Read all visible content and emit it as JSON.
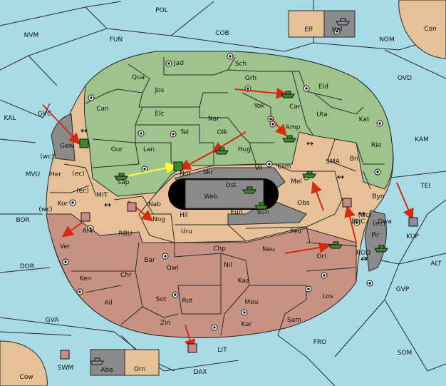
{
  "colors": {
    "sea": "#a8dbe6",
    "green": "#9fc38d",
    "tan": "#e6c197",
    "rose": "#c79184",
    "gray": "#8a8a8a",
    "black": "#000000",
    "order_arrow": "#d42a10",
    "support_arrow": "#ffff33",
    "unit_green": "#3a8a2a",
    "unit_gray": "#8c8c9c",
    "unit_rose": "#c88a86"
  },
  "provinces": {
    "sea": [
      "POL",
      "NVM",
      "FUN",
      "COB",
      "NOM",
      "Con",
      "OVD",
      "KAL",
      "GVG",
      "KAM",
      "MVU",
      "TEI",
      "BOR",
      "MIT",
      "RBU",
      "SMA",
      "BUC",
      "ROD",
      "ALT",
      "DOR",
      "GVP",
      "GVA",
      "FRO",
      "SOM",
      "LIT",
      "SWM",
      "Cow",
      "DAX"
    ],
    "green": [
      "Jad",
      "Sch",
      "Grh",
      "Eld",
      "Can",
      "Jos",
      "Car",
      "Yok",
      "Uta",
      "Elc",
      "Nar",
      "Kat",
      "Tel",
      "Olk",
      "Amp",
      "Gur",
      "Lan",
      "Hug",
      "Rie",
      "Bri",
      "Esm",
      "Vil",
      "Sap",
      "Nor",
      "Byn"
    ],
    "tan": [
      "Qua",
      "Her",
      "Kor",
      "Nab",
      "Skr",
      "Ost",
      "Web",
      "Eun",
      "Sun",
      "Mel",
      "Obs",
      "Hil",
      "Uru",
      "Feu",
      "Chp",
      "Chr",
      "Sot",
      "Mou",
      "Los",
      "Elf",
      "Orn",
      "Gwa"
    ],
    "rose": [
      "Ver",
      "Ark",
      "Nog",
      "Bar",
      "Qwi",
      "Ken",
      "Ail",
      "Rot",
      "Nil",
      "Neu",
      "Orl",
      "Kaa",
      "Zin",
      "Kar",
      "Sam"
    ],
    "gray": [
      "Gaw",
      "Hel",
      "Pir",
      "Aba"
    ]
  },
  "coast_labels": [
    "(wc)",
    "(ec)",
    "(ec)",
    "(wc)",
    "(wc)",
    "(ec)"
  ],
  "controls": [
    "↔",
    "↔",
    "↔",
    "↔",
    "↔",
    "↔"
  ],
  "units": [
    {
      "type": "army",
      "power": "green",
      "at": "Gaw"
    },
    {
      "type": "fleet",
      "power": "green",
      "at": "Car"
    },
    {
      "type": "fleet",
      "power": "green",
      "at": "Amp"
    },
    {
      "type": "fleet",
      "power": "green",
      "at": "Hug"
    },
    {
      "type": "fleet",
      "power": "green",
      "at": "Sap"
    },
    {
      "type": "army",
      "power": "green",
      "at": "Nor"
    },
    {
      "type": "fleet",
      "power": "green",
      "at": "Mel"
    },
    {
      "type": "fleet",
      "power": "green",
      "at": "Web"
    },
    {
      "type": "fleet",
      "power": "green",
      "at": "Sun"
    },
    {
      "type": "fleet",
      "power": "green",
      "at": "Orl"
    },
    {
      "type": "fleet",
      "power": "green",
      "at": "Pir"
    },
    {
      "type": "army",
      "power": "rose",
      "at": "Ark"
    },
    {
      "type": "army",
      "power": "rose",
      "at": "Nab"
    },
    {
      "type": "army",
      "power": "rose",
      "at": "BUC"
    },
    {
      "type": "army",
      "power": "rose",
      "at": "LIT"
    },
    {
      "type": "army",
      "power": "rose",
      "at": "SWM"
    },
    {
      "type": "army",
      "power": "gray",
      "at": "KUP"
    },
    {
      "type": "fleet",
      "power": "gray",
      "at": "Hel"
    },
    {
      "type": "fleet",
      "power": "gray",
      "at": "Aba"
    }
  ]
}
